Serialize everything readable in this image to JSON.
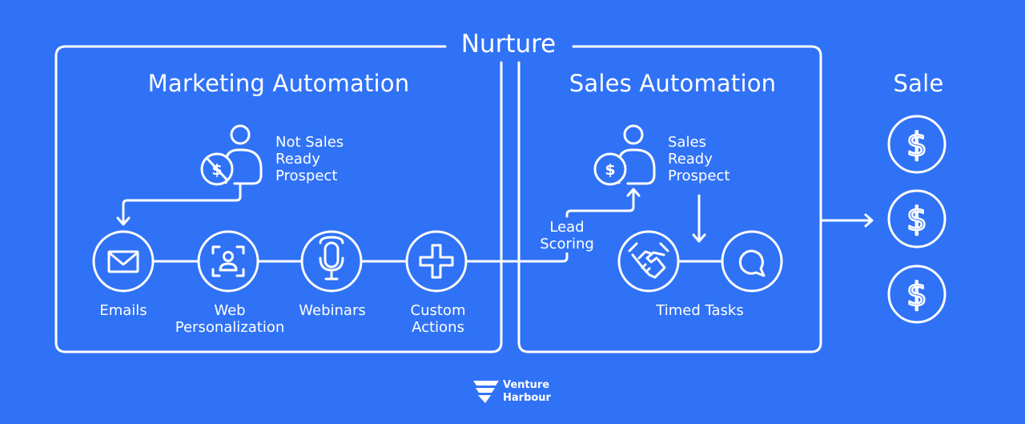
{
  "title": "Nurture",
  "sections": {
    "marketing": {
      "heading": "Marketing Automation"
    },
    "sales": {
      "heading": "Sales Automation"
    },
    "sale": {
      "heading": "Sale"
    }
  },
  "prospects": {
    "not_ready": [
      "Not Sales",
      "Ready",
      "Prospect"
    ],
    "ready": [
      "Sales",
      "Ready",
      "Prospect"
    ]
  },
  "marketing_steps": [
    {
      "label_lines": [
        "Emails"
      ],
      "icon": "envelope-icon"
    },
    {
      "label_lines": [
        "Web",
        "Personalization"
      ],
      "icon": "face-scan-icon"
    },
    {
      "label_lines": [
        "Webinars"
      ],
      "icon": "microphone-icon"
    },
    {
      "label_lines": [
        "Custom",
        "Actions"
      ],
      "icon": "plus-icon"
    }
  ],
  "lead_scoring": [
    "Lead",
    "Scoring"
  ],
  "sales_steps": [
    {
      "icon": "handshake-icon"
    },
    {
      "icon": "chat-bubble-icon"
    }
  ],
  "sales_steps_label": "Timed Tasks",
  "sale_icons": [
    "dollar-icon",
    "dollar-icon",
    "dollar-icon"
  ],
  "brand": [
    "Venture",
    "Harbour"
  ],
  "colors": {
    "background": "#3072f6",
    "stroke": "#ffffff"
  }
}
